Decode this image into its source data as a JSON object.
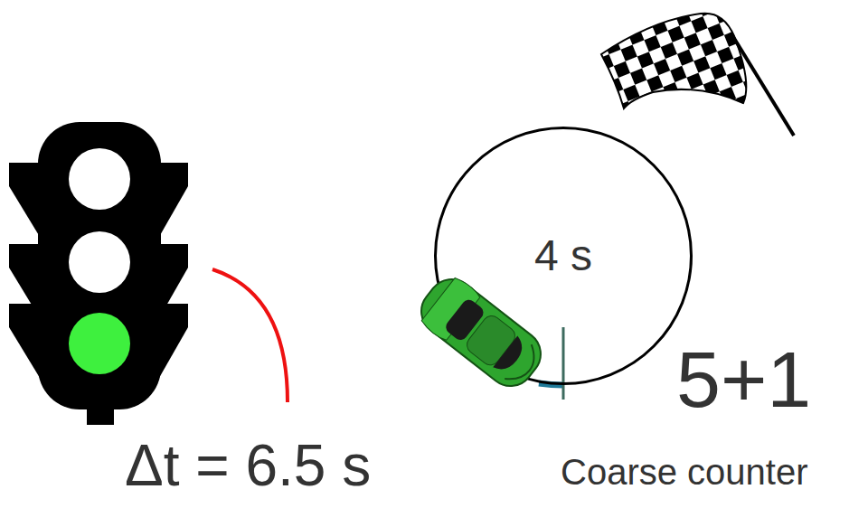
{
  "diagram": {
    "nodes": [
      {
        "text": [
          "4 s"
        ]
      }
    ],
    "labels": [
      "Δt = 6.5 s",
      "5+1",
      "Coarse counter"
    ]
  }
}
